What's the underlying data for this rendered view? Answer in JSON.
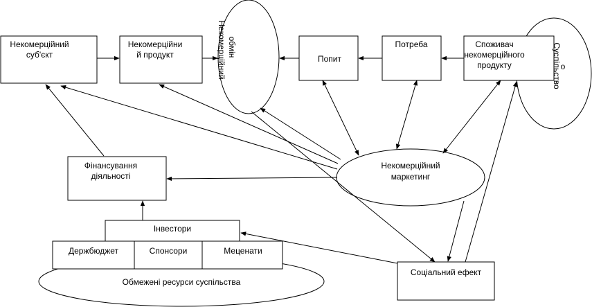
{
  "nodes": {
    "society": "Суспільство",
    "nonprofit_subject": [
      "Некомерційний",
      "суб'єкт"
    ],
    "nonprofit_product": [
      "Некомерційни",
      "й продукт"
    ],
    "nonprofit_exchange": [
      "Некомерційний",
      "обмін"
    ],
    "demand": "Попит",
    "need": "Потреба",
    "consumer": [
      "Споживач",
      "некомерційного",
      "продукту"
    ],
    "financing": [
      "Фінансування",
      "діяльності"
    ],
    "nonprofit_marketing": [
      "Некомерційний",
      "маркетинг"
    ],
    "investors": "Інвестори",
    "state_budget": "Держбюджет",
    "sponsors": "Спонсори",
    "patrons": "Меценати",
    "limited_resources": "Обмежені ресурси суспільства",
    "social_effect": "Соціальний ефект"
  }
}
